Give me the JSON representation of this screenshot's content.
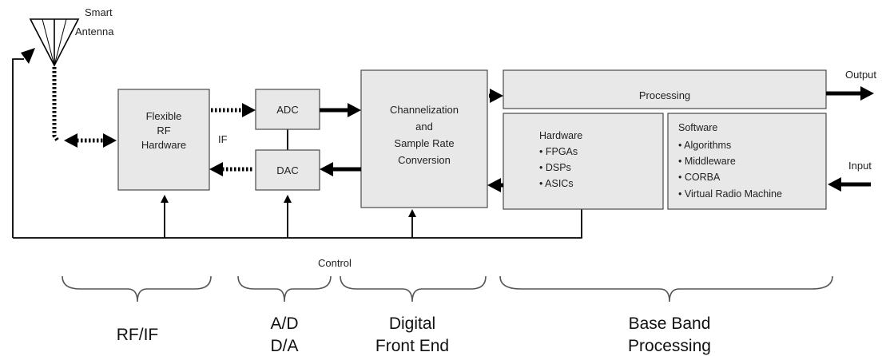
{
  "antenna": {
    "line1": "Smart",
    "line2": "Antenna"
  },
  "rf_box": {
    "line1": "Flexible",
    "line2": "RF",
    "line3": "Hardware"
  },
  "if_label": "IF",
  "adc_label": "ADC",
  "dac_label": "DAC",
  "chan_box": {
    "line1": "Channelization",
    "line2": "and",
    "line3": "Sample Rate",
    "line4": "Conversion"
  },
  "processing_label": "Processing",
  "hardware_box": {
    "title": "Hardware",
    "items": [
      "• FPGAs",
      "• DSPs",
      "• ASICs"
    ]
  },
  "software_box": {
    "title": "Software",
    "items": [
      "• Algorithms",
      "• Middleware",
      "• CORBA",
      "• Virtual Radio Machine"
    ]
  },
  "output_label": "Output",
  "input_label": "Input",
  "control_label": "Control",
  "sections": {
    "rf_if": "RF/IF",
    "ad_line1": "A/D",
    "ad_line2": "D/A",
    "dfe_line1": "Digital",
    "dfe_line2": "Front End",
    "bb_line1": "Base Band",
    "bb_line2": "Processing"
  }
}
